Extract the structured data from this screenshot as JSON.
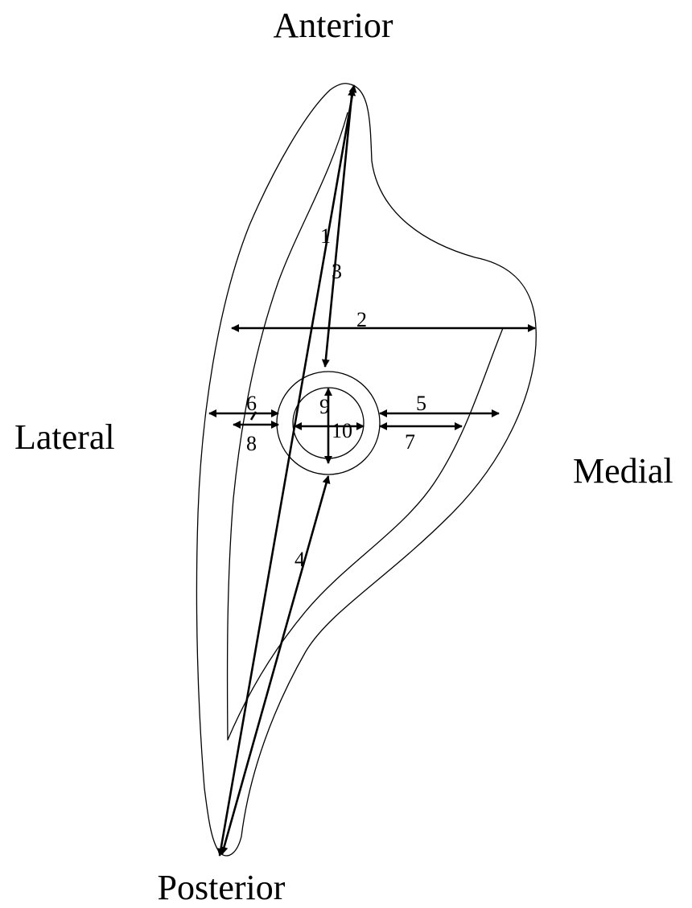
{
  "orientation": {
    "anterior": "Anterior",
    "posterior": "Posterior",
    "lateral": "Lateral",
    "medial": "Medial"
  },
  "measurements": [
    {
      "id": "1",
      "label": "1"
    },
    {
      "id": "2",
      "label": "2"
    },
    {
      "id": "3",
      "label": "3"
    },
    {
      "id": "4",
      "label": "4"
    },
    {
      "id": "5",
      "label": "5"
    },
    {
      "id": "6",
      "label": "6"
    },
    {
      "id": "7",
      "label": "7"
    },
    {
      "id": "8",
      "label": "8"
    },
    {
      "id": "9",
      "label": "9"
    },
    {
      "id": "10",
      "label": "10"
    }
  ],
  "colors": {
    "stroke": "#000000",
    "background": "#ffffff"
  }
}
